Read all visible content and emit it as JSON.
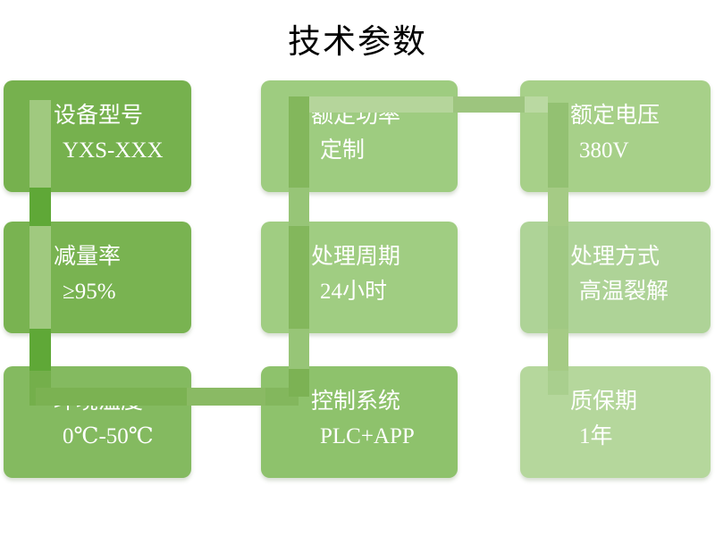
{
  "slide_title": "技术参数",
  "background": "#ffffff",
  "title_color": "#000000",
  "text_color": "#ffffff",
  "boxes": [
    {
      "label": "设备型号",
      "value": "YXS-XXX",
      "color": "#76b14e"
    },
    {
      "label": "额定功率",
      "value": "定制",
      "color": "#9ecc80"
    },
    {
      "label": "额定电压",
      "value": "380V",
      "color": "#a7d089"
    },
    {
      "label": "减量率",
      "value": "≥95%",
      "color": "#79b351"
    },
    {
      "label": "处理周期",
      "value": "24小时",
      "color": "#a0cd82"
    },
    {
      "label": "处理方式",
      "value": "高温裂解",
      "color": "#aed397"
    },
    {
      "label": "环境温度",
      "value": "0℃-50℃",
      "color": "#84ba60"
    },
    {
      "label": "控制系统",
      "value": "PLC+APP",
      "color": "#8ec26c"
    },
    {
      "label": "质保期",
      "value": "1年",
      "color": "#b5d79c"
    }
  ],
  "connector_colors": {
    "col1_over_box": "#a0c97f",
    "col1_gap": "#5fa837",
    "col1_stub_box7": "#74af4b",
    "col2_over_box": "#83b75c",
    "col2_gap": "#97c577",
    "col2_stub_box8": "#7cb254",
    "col3_over_box3": "#93c172",
    "col3_over_box6": "#a0c983",
    "col3_over_box9": "#a9cf8e",
    "col3_gap": "#a5cb85",
    "top_pipe_over_box2": "#b5d59b",
    "top_pipe_gap": "#9dc57e",
    "top_pipe_over_box3": "#bad9a2",
    "bottom_pipe_over_box7": "#7bb252",
    "bottom_pipe_gap": "#8aba64",
    "bottom_pipe_over_box8": "#83b75d"
  }
}
